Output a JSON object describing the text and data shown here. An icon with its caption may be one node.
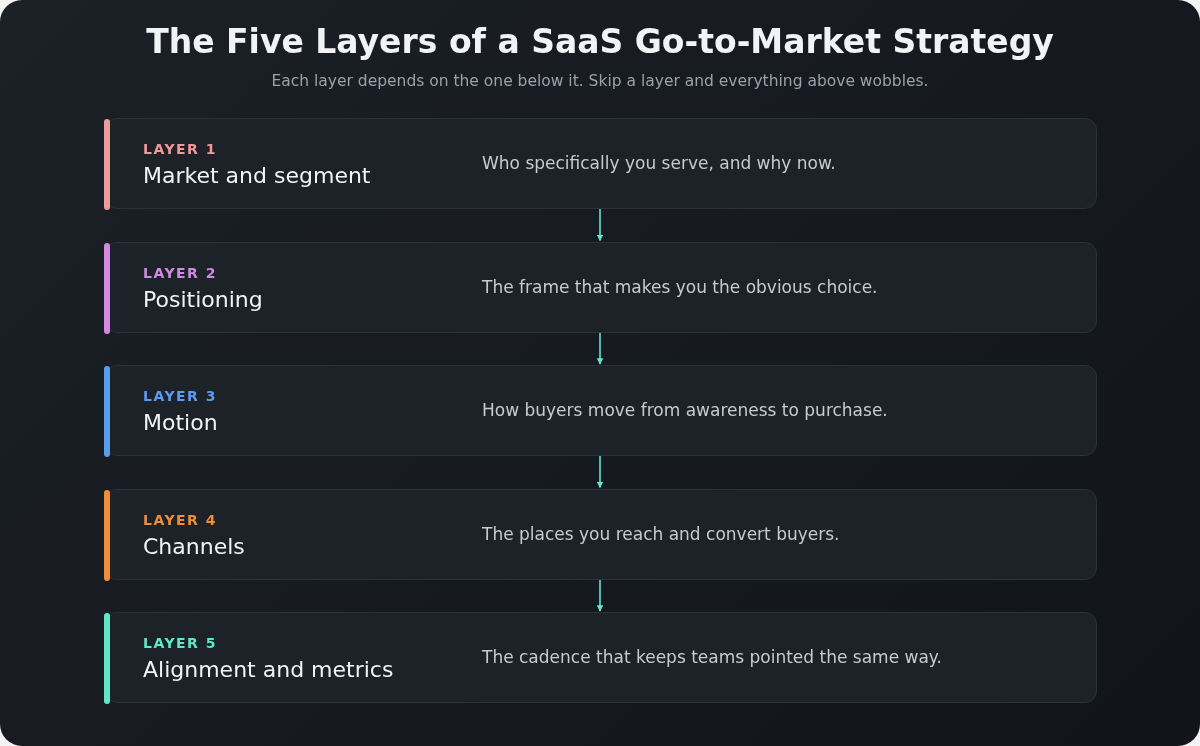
{
  "diagram": {
    "title": "The Five Layers of a SaaS Go-to-Market Strategy",
    "caption": "Each layer depends on the one below it. Skip a layer and everything above wobbles.",
    "nodes": [
      {
        "text": [
          "LAYER 1",
          "Market and segment",
          "Who specifically you serve, and why now."
        ]
      },
      {
        "text": [
          "LAYER 2",
          "Positioning",
          "The frame that makes you the obvious choice."
        ]
      },
      {
        "text": [
          "LAYER 3",
          "Motion",
          "How buyers move from awareness to purchase."
        ]
      },
      {
        "text": [
          "LAYER 4",
          "Channels",
          "The places you reach and convert buyers."
        ]
      },
      {
        "text": [
          "LAYER 5",
          "Alignment and metrics",
          "The cadence that keeps teams pointed the same way."
        ]
      }
    ],
    "edges": [
      {
        "from": 0,
        "to": 1,
        "arrow": "to"
      },
      {
        "from": 1,
        "to": 2,
        "arrow": "to"
      },
      {
        "from": 2,
        "to": 3,
        "arrow": "to"
      },
      {
        "from": 3,
        "to": 4,
        "arrow": "to"
      }
    ]
  }
}
